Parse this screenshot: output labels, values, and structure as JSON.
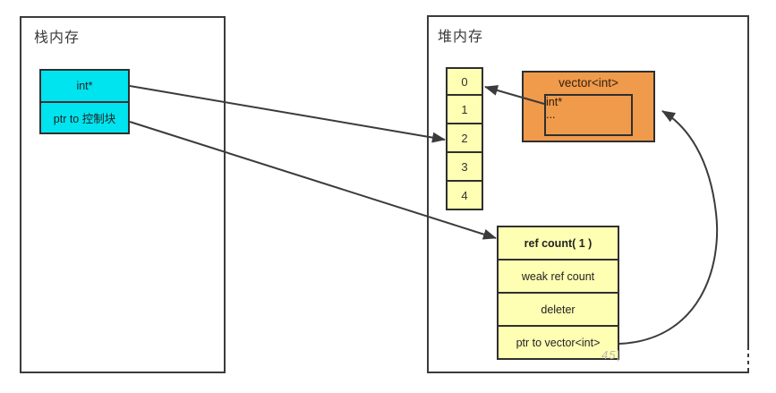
{
  "stack": {
    "title": "栈内存",
    "pointer_box": {
      "rows": [
        "int*",
        "ptr to 控制块"
      ]
    }
  },
  "heap": {
    "title": "堆内存",
    "array": {
      "cells": [
        "0",
        "1",
        "2",
        "3",
        "4"
      ]
    },
    "vector_box": {
      "title": "vector<int>",
      "rows": [
        "int*",
        "..."
      ]
    },
    "control_block": {
      "rows": [
        "ref count( 1 )",
        "weak ref count",
        "deleter",
        "ptr to vector<int>"
      ]
    }
  },
  "arrows": [
    {
      "from": "stack-pointer-box int*",
      "to": "heap-array cell 2"
    },
    {
      "from": "stack-pointer-box ptr to 控制块",
      "to": "control-block ref count"
    },
    {
      "from": "vector-box int*",
      "to": "heap-array cell 0"
    },
    {
      "from": "control-block ptr to vector<int>",
      "to": "vector-box right edge"
    }
  ],
  "artifacts": {
    "watermark": "45|"
  },
  "colors": {
    "cyan_fill": "#00E4EF",
    "yellow_fill": "#FFFFB3",
    "orange_fill": "#F09A4B",
    "line": "#3B3B3B",
    "text": "#2F2F2F"
  }
}
